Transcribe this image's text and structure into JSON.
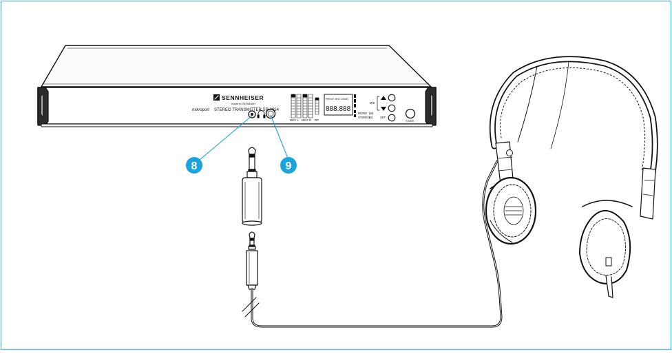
{
  "colors": {
    "frame": "#5ec8dc",
    "callout_fill": "#1aa3dc",
    "callout_line": "#1aa3dc",
    "ink": "#111111"
  },
  "device": {
    "brand": "SENNHEISER",
    "origin": "made in GERMANY",
    "product_line": "mikroport",
    "model": "STEREO TRANSMITTER SR 3054",
    "display_header": "PRESET  MHZ  CHANN",
    "display_value": "888.888",
    "mode_mono": "MONO",
    "mode_mono_tag": "(M)",
    "mode_stereo": "STEREO",
    "mode_stereo_tag": "(S)",
    "button_mis": "M/S",
    "button_set": "SET",
    "meter_left_label": "DEV L",
    "meter_right_label": "DEV R",
    "meter_rf_label": "RF",
    "power_label": "POWER"
  },
  "callouts": [
    {
      "id": "8",
      "label": "8"
    },
    {
      "id": "9",
      "label": "9"
    }
  ]
}
